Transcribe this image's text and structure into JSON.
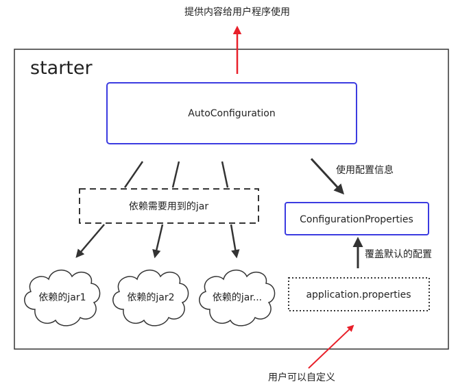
{
  "top_label": "提供内容给用户程序使用",
  "container_title": "starter",
  "nodes": {
    "auto_configuration": "AutoConfiguration",
    "dependency_jar": "依赖需要用到的jar",
    "configuration_properties": "ConfigurationProperties",
    "application_properties": "application.properties",
    "jar1": "依赖的jar1",
    "jar2": "依赖的jar2",
    "jar3": "依赖的jar..."
  },
  "edge_labels": {
    "use_config": "使用配置信息",
    "override_default": "覆盖默认的配置",
    "user_custom": "用户可以自定义"
  },
  "colors": {
    "blue_border": "#3a3ae0",
    "red_arrow": "#e8202a",
    "dark_line": "#333333"
  }
}
